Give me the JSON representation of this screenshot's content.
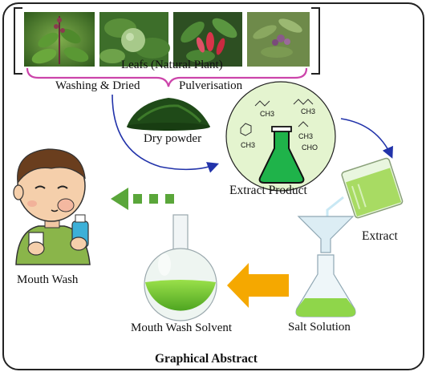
{
  "labels": {
    "leafs": "Leafs (Natural Plant)",
    "washing": "Washing & Dried",
    "pulverisation": "Pulverisation",
    "dry_powder": "Dry powder",
    "extract_product": "Extract Product",
    "extract": "Extract",
    "salt_solution": "Salt Solution",
    "mouth_wash_solvent": "Mouth Wash Solvent",
    "mouth_wash": "Mouth Wash",
    "footer": "Graphical Abstract"
  },
  "chemical_labels": [
    "CH3",
    "CH3",
    "CH3",
    "CH3",
    "CHO"
  ],
  "colors": {
    "frame": "#222222",
    "bracket_pink": "#cc44aa",
    "arrow_blue": "#2233aa",
    "liquid_green": "#6fce2e",
    "flask_green": "#1fb34a",
    "arrow_orange": "#f5a800",
    "arrow_green": "#5aa63a",
    "circle_fill": "#e4f4cf"
  },
  "icons": [
    "leaf-photo-icon",
    "powder-pile-icon",
    "erlenmeyer-flask-icon",
    "beaker-icon",
    "funnel-flask-icon",
    "round-bottom-flask-icon",
    "boy-mouthwash-icon",
    "arrow-icon"
  ]
}
